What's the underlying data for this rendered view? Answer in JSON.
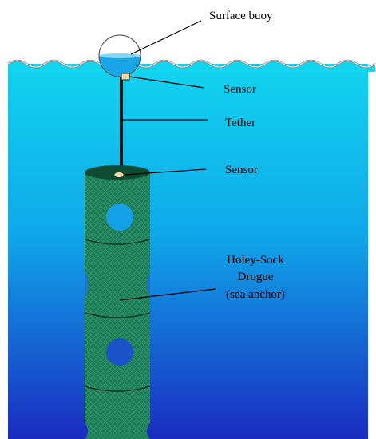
{
  "labels": {
    "surface_buoy": "Surface buoy",
    "sensor_top": "Sensor",
    "tether": "Tether",
    "sensor_bottom": "Sensor",
    "drogue_line1": "Holey-Sock",
    "drogue_line2": "Drogue",
    "drogue_line3": "(sea anchor)"
  },
  "colors": {
    "water_top": "#11d4ee",
    "water_bottom": "#1a2bbf",
    "drogue": "#1d7a56",
    "drogue_dark": "#0f4a33",
    "buoy_water": "#19a6e6",
    "sensor": "#f3d9a0",
    "wave": "#8e8e8e"
  }
}
